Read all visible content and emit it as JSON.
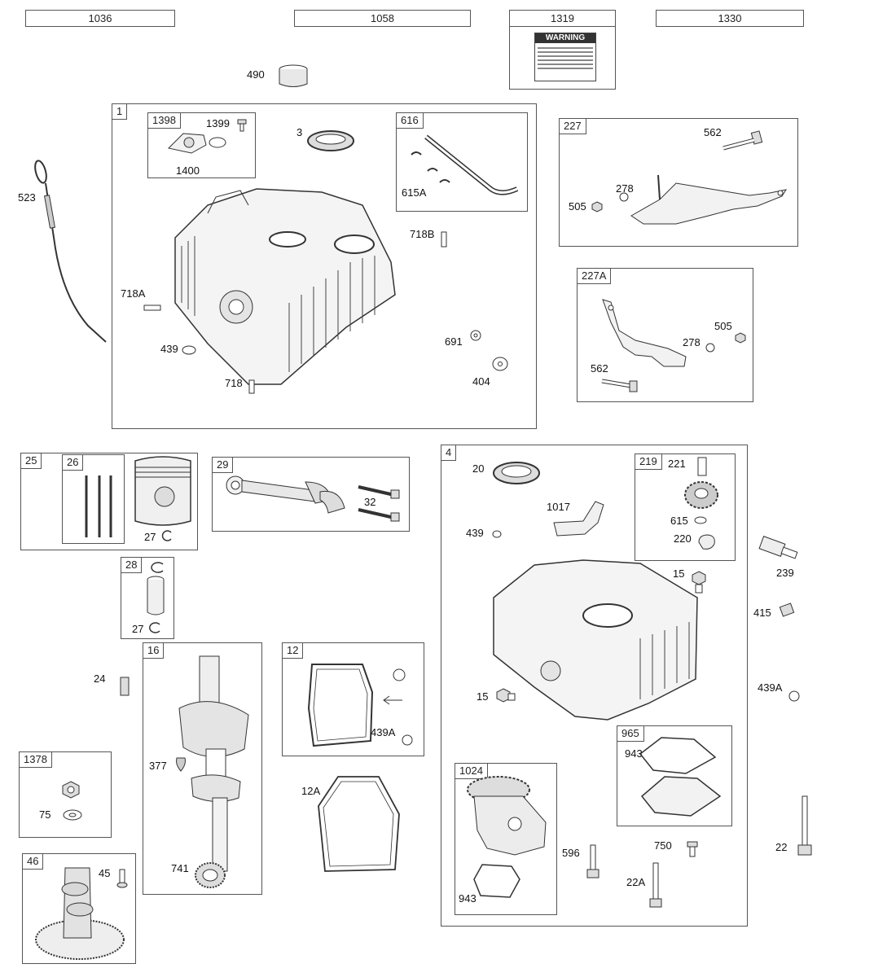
{
  "top_part_numbers": [
    "1036",
    "1058",
    "1319",
    "1330"
  ],
  "warning_label": {
    "heading": "WARNING"
  },
  "groups": {
    "g1": "1",
    "g1398": "1398",
    "g616": "616",
    "g227": "227",
    "g227A": "227A",
    "g25": "25",
    "g26": "26",
    "g29": "29",
    "g4": "4",
    "g219": "219",
    "g28": "28",
    "g16": "16",
    "g12": "12",
    "g965": "965",
    "g1024": "1024",
    "g1378": "1378",
    "g46": "46"
  },
  "callouts": {
    "c490": "490",
    "c1399": "1399",
    "c1400": "1400",
    "c3": "3",
    "c615A": "615A",
    "c523": "523",
    "c718B": "718B",
    "c718A": "718A",
    "c439_top": "439",
    "c718": "718",
    "c691": "691",
    "c404": "404",
    "c562_227": "562",
    "c278_227": "278",
    "c505_227": "505",
    "c505_227A": "505",
    "c278_227A": "278",
    "c562_227A": "562",
    "c27_a": "27",
    "c32": "32",
    "c27_b": "27",
    "c24": "24",
    "c377": "377",
    "c741": "741",
    "c439A_12": "439A",
    "c12A": "12A",
    "c75": "75",
    "c45": "45",
    "c20": "20",
    "c1017": "1017",
    "c439_4": "439",
    "c221": "221",
    "c615": "615",
    "c220": "220",
    "c15_a": "15",
    "c15_b": "15",
    "c239": "239",
    "c415": "415",
    "c439A_r": "439A",
    "c943_965": "943",
    "c943_1024": "943",
    "c596": "596",
    "c750": "750",
    "c22A": "22A",
    "c22": "22"
  }
}
